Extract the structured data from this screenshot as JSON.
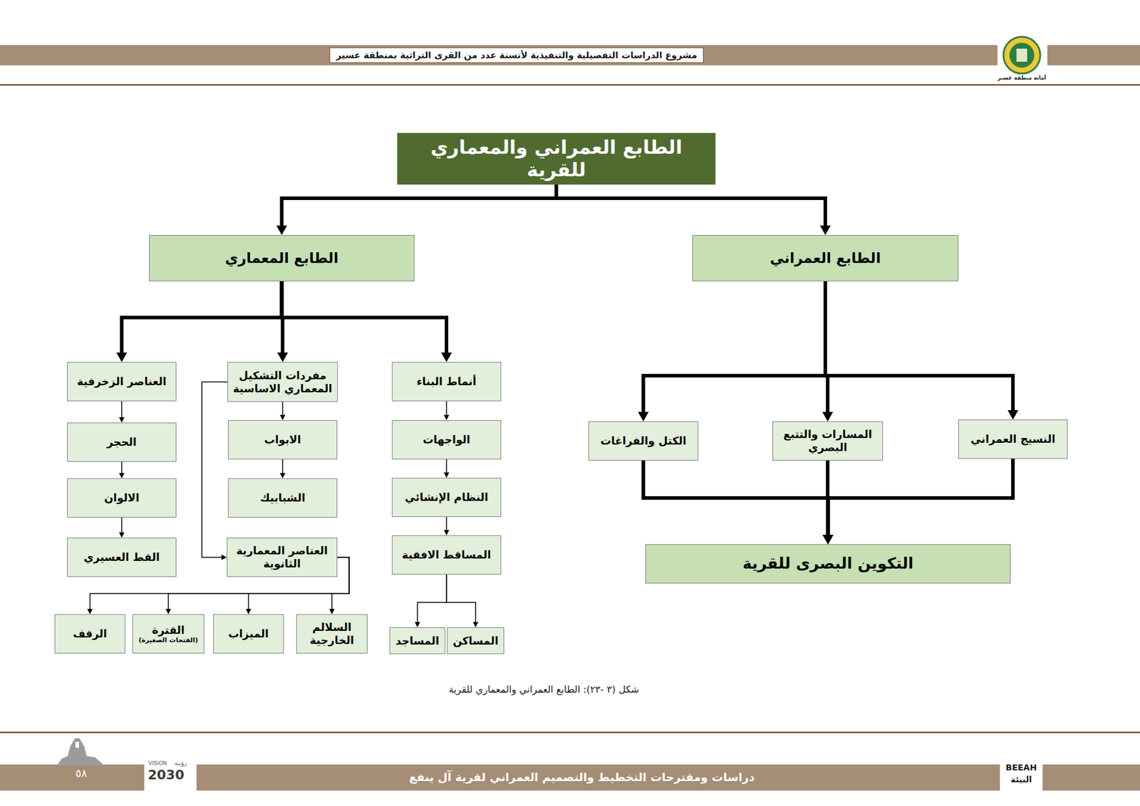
{
  "diagram": {
    "caption": "شكل (٣ -٢٣): الطابع العمراني والمعماري للقرية",
    "nodes": [
      {
        "text": [
          "الطابع العمراني والمعماري للقرية"
        ]
      },
      {
        "text": [
          "الطابع العمراني"
        ]
      },
      {
        "text": [
          "الطابع المعماري"
        ]
      },
      {
        "text": [
          "النسيج العمراني"
        ]
      },
      {
        "text": [
          "المسارات والتتبع البصري"
        ]
      },
      {
        "text": [
          "الكتل والفراغات"
        ]
      },
      {
        "text": [
          "التكوين البصرى للقرية"
        ]
      },
      {
        "text": [
          "أنماط البناء"
        ]
      },
      {
        "text": [
          "مفردات التشكيل المعماري الاساسية"
        ]
      },
      {
        "text": [
          "العناصر الزخرفية"
        ]
      },
      {
        "text": [
          "الواجهات"
        ]
      },
      {
        "text": [
          "الابواب"
        ]
      },
      {
        "text": [
          "الحجر"
        ]
      },
      {
        "text": [
          "النظام الإنشائي"
        ]
      },
      {
        "text": [
          "الشبابيك"
        ]
      },
      {
        "text": [
          "الالوان"
        ]
      },
      {
        "text": [
          "المساقط الافقية"
        ]
      },
      {
        "text": [
          "العناصر المعمارية الثانوية"
        ]
      },
      {
        "text": [
          "القط العسيري"
        ]
      },
      {
        "text": [
          "المساكن"
        ]
      },
      {
        "text": [
          "المساجد"
        ]
      },
      {
        "text": [
          "السلالم الخارجية"
        ]
      },
      {
        "text": [
          "الميزاب"
        ]
      },
      {
        "text": [
          "القترة",
          "(الفتحات الصغيرة)"
        ]
      },
      {
        "text": [
          "الرقف"
        ]
      }
    ],
    "edges": [
      {
        "from": 0,
        "to": 1,
        "arrow": "to"
      },
      {
        "from": 0,
        "to": 2,
        "arrow": "to"
      },
      {
        "from": 1,
        "to": 3,
        "arrow": "to"
      },
      {
        "from": 1,
        "to": 4,
        "arrow": "to"
      },
      {
        "from": 1,
        "to": 5,
        "arrow": "to"
      },
      {
        "from": 3,
        "to": 6,
        "arrow": "to"
      },
      {
        "from": 4,
        "to": 6,
        "arrow": "to"
      },
      {
        "from": 5,
        "to": 6,
        "arrow": "to"
      },
      {
        "from": 2,
        "to": 7,
        "arrow": "to"
      },
      {
        "from": 2,
        "to": 8,
        "arrow": "to"
      },
      {
        "from": 2,
        "to": 9,
        "arrow": "to"
      },
      {
        "from": 7,
        "to": 10,
        "arrow": "to"
      },
      {
        "from": 10,
        "to": 13,
        "arrow": "to"
      },
      {
        "from": 13,
        "to": 16,
        "arrow": "to"
      },
      {
        "from": 16,
        "to": 19,
        "arrow": "to"
      },
      {
        "from": 16,
        "to": 20,
        "arrow": "to"
      },
      {
        "from": 8,
        "to": 11,
        "arrow": "to"
      },
      {
        "from": 11,
        "to": 14,
        "arrow": "to"
      },
      {
        "from": 8,
        "to": 17,
        "arrow": "to"
      },
      {
        "from": 9,
        "to": 12,
        "arrow": "to"
      },
      {
        "from": 12,
        "to": 15,
        "arrow": "to"
      },
      {
        "from": 15,
        "to": 18,
        "arrow": "to"
      },
      {
        "from": 17,
        "to": 21,
        "arrow": "to"
      },
      {
        "from": 17,
        "to": 22,
        "arrow": "to"
      },
      {
        "from": 17,
        "to": 23,
        "arrow": "to"
      },
      {
        "from": 17,
        "to": 24,
        "arrow": "to"
      }
    ],
    "labels": [
      "مشروع الدراسات التفصيلية والتنفيذية لأنسنة عدد من القرى التراثية بمنطقة عسير",
      "أمانة منطقة عسير",
      "دراسات ومقترحات التخطيط والتصميم العمراني لقرية آل ينفع",
      "٥٨",
      "VISION",
      "رؤيـة",
      "2030",
      "BEEAH",
      "البيئة"
    ]
  }
}
